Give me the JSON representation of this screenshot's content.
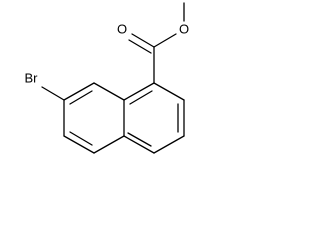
{
  "molecule": {
    "atoms": {
      "bromine": "Br",
      "carbonyl_oxygen": "O",
      "ester_oxygen": "O"
    }
  }
}
